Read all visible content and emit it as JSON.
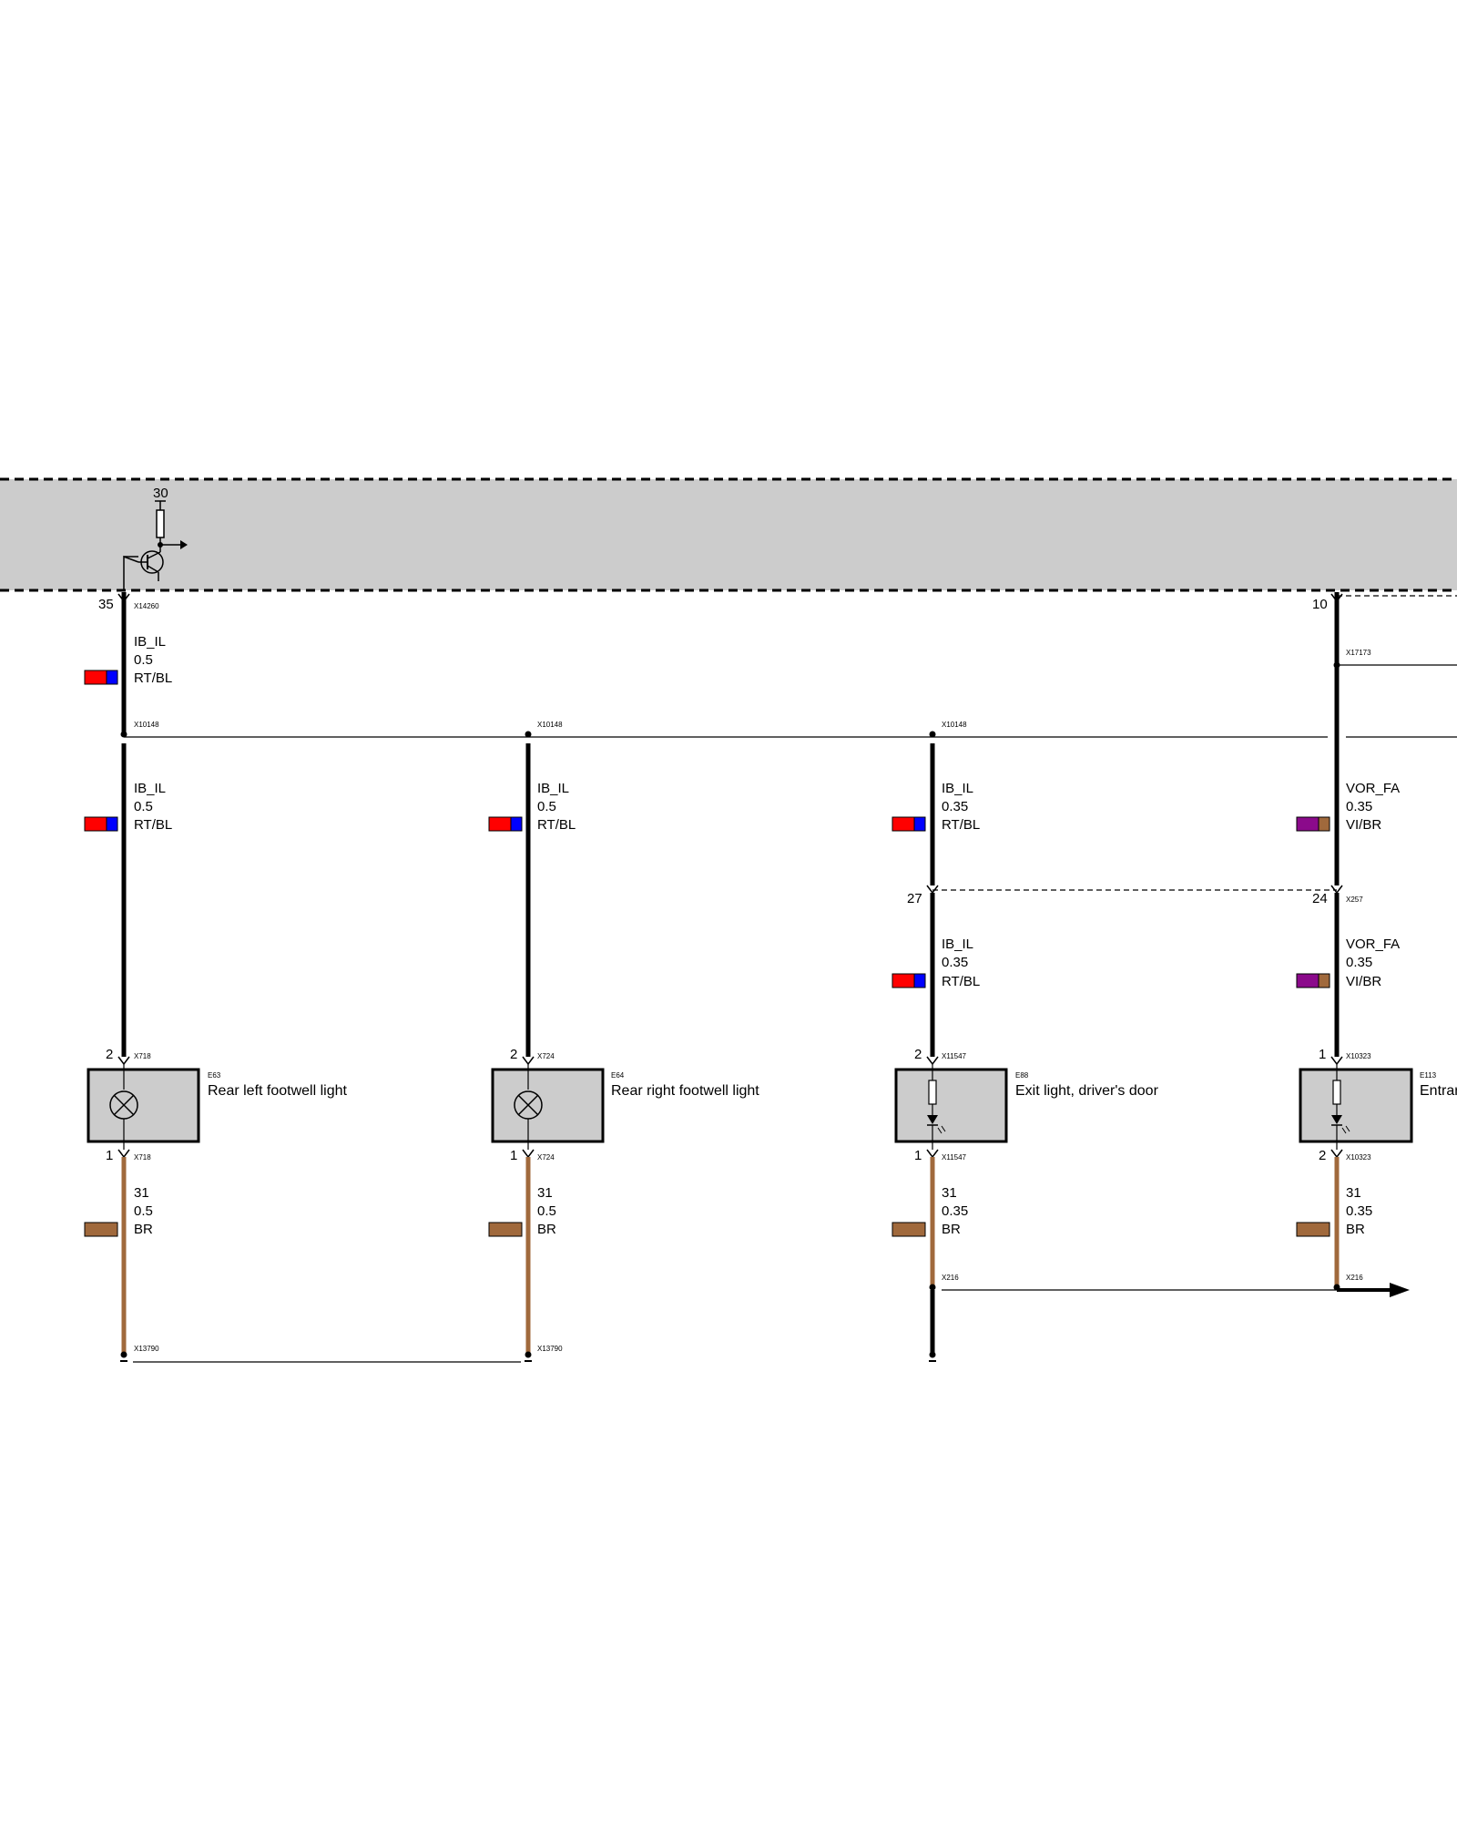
{
  "control_unit": {
    "pin_30": "30",
    "pin_35": "35",
    "pin_35_connector": "X14260",
    "pin_10": "10"
  },
  "top_wire": {
    "signal": "IB_IL",
    "size": "0.5",
    "color_code": "RT/BL"
  },
  "splice_connector": "X10148",
  "x17173_connector": "X17173",
  "colors": {
    "RT": "#ff0000",
    "BL": "#0000ff",
    "VI": "#8b0a8b",
    "BR": "#a0693c",
    "module_fill": "#cccccc"
  },
  "columns": [
    {
      "upper_wire": {
        "signal": "IB_IL",
        "size": "0.5",
        "color_code": "RT/BL"
      },
      "component": {
        "code": "E63",
        "name": "Rear left footwell light",
        "type": "lamp",
        "pin_in": "2",
        "connector_in": "X718",
        "pin_out": "1",
        "connector_out": "X718"
      },
      "ground_wire": {
        "signal": "31",
        "size": "0.5",
        "color_code": "BR"
      },
      "ground_connector": "X13790"
    },
    {
      "upper_wire": {
        "signal": "IB_IL",
        "size": "0.5",
        "color_code": "RT/BL"
      },
      "component": {
        "code": "E64",
        "name": "Rear right footwell light",
        "type": "lamp",
        "pin_in": "2",
        "connector_in": "X724",
        "pin_out": "1",
        "connector_out": "X724"
      },
      "ground_wire": {
        "signal": "31",
        "size": "0.5",
        "color_code": "BR"
      },
      "ground_connector": "X13790"
    },
    {
      "upper_wire": {
        "signal": "IB_IL",
        "size": "0.35",
        "color_code": "RT/BL"
      },
      "door_pin": "27",
      "lower_wire": {
        "signal": "IB_IL",
        "size": "0.35",
        "color_code": "RT/BL"
      },
      "component": {
        "code": "E88",
        "name": "Exit light, driver's door",
        "type": "led",
        "pin_in": "2",
        "connector_in": "X11547",
        "pin_out": "1",
        "connector_out": "X11547"
      },
      "ground_wire": {
        "signal": "31",
        "size": "0.35",
        "color_code": "BR"
      },
      "ground_connector": "X216"
    },
    {
      "upper_wire": {
        "signal": "VOR_FA",
        "size": "0.35",
        "color_code": "VI/BR"
      },
      "door_pin": "24",
      "door_connector": "X257",
      "lower_wire": {
        "signal": "VOR_FA",
        "size": "0.35",
        "color_code": "VI/BR"
      },
      "component": {
        "code": "E113",
        "name": "Entrar",
        "type": "led",
        "pin_in": "1",
        "connector_in": "X10323",
        "pin_out": "2",
        "connector_out": "X10323"
      },
      "ground_wire": {
        "signal": "31",
        "size": "0.35",
        "color_code": "BR"
      },
      "ground_connector": "X216"
    }
  ]
}
